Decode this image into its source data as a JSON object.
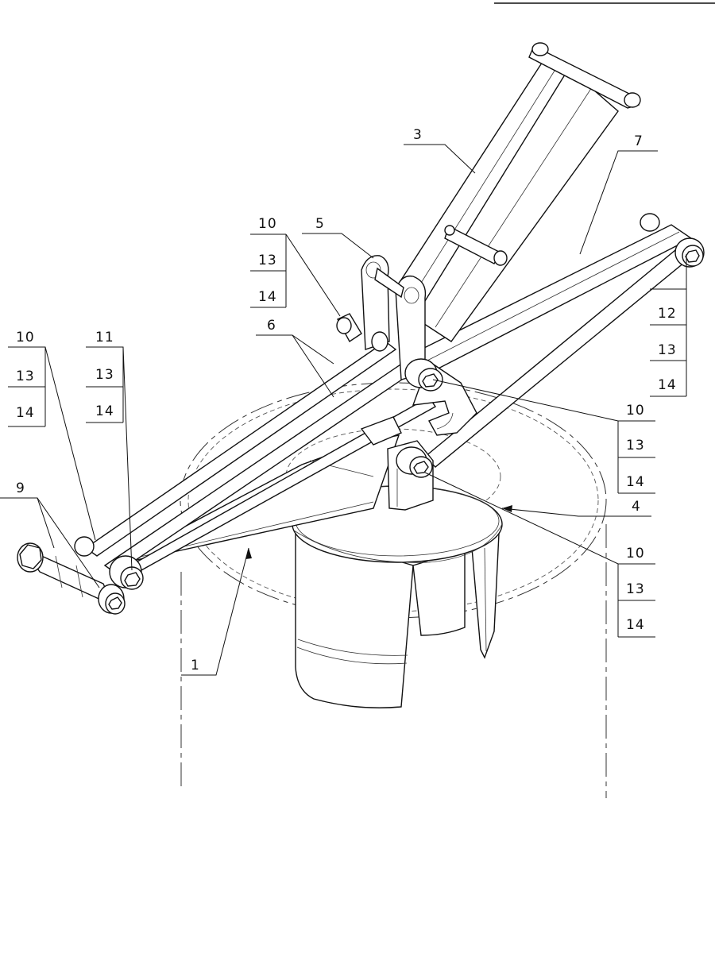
{
  "callouts": {
    "c3": "3",
    "c7": "7",
    "c5": "5",
    "c6": "6",
    "c4": "4",
    "c1": "1",
    "c9": "9",
    "g_a": [
      "10",
      "13",
      "14"
    ],
    "g_b": [
      "10",
      "13",
      "14"
    ],
    "g_c": [
      "11",
      "13",
      "14"
    ],
    "g_d": [
      "12",
      "13",
      "14"
    ],
    "g_e": [
      "10",
      "13",
      "14"
    ],
    "g_f": [
      "10",
      "13",
      "14"
    ]
  },
  "colors": {
    "line": "#111111",
    "paper": "#ffffff"
  }
}
